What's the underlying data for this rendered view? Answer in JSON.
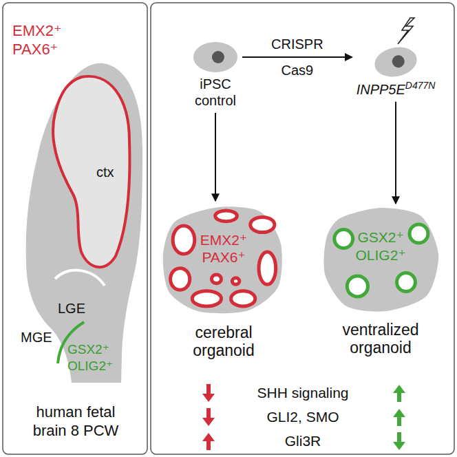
{
  "diagram": {
    "nodes": [
      {
        "text": [
          "iPSC",
          "control"
        ]
      },
      {
        "text": [
          "INPP5ED477N"
        ]
      },
      {
        "text": [
          "EMX2⁺ PAX6⁺",
          "cerebral organoid"
        ]
      },
      {
        "text": [
          "GSX2⁺ OLIG2⁺",
          "ventralized organoid"
        ]
      }
    ],
    "edges": [
      {
        "from": 0,
        "to": 1,
        "label": "CRISPR Cas9",
        "arrow": "to"
      },
      {
        "from": 0,
        "to": 2,
        "arrow": "to"
      },
      {
        "from": 1,
        "to": 3,
        "arrow": "to"
      }
    ],
    "labels": [
      "EMX2⁺ PAX6⁺",
      "ctx",
      "LGE",
      "MGE",
      "GSX2⁺ OLIG2⁺",
      "human fetal brain 8 PCW",
      "SHH signaling",
      "GLI2, SMO",
      "Gli3R"
    ]
  }
}
